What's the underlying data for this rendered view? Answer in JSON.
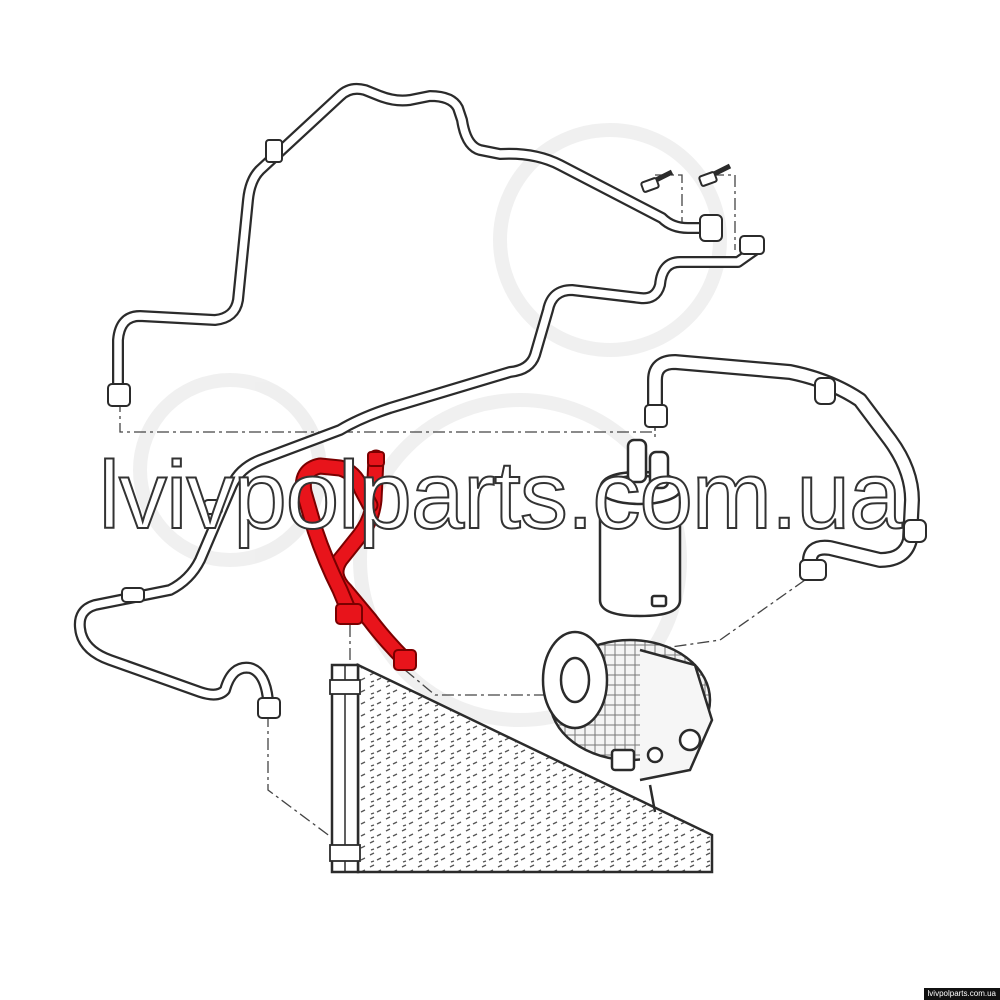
{
  "watermark": {
    "text": "lvivpolparts.com.ua"
  },
  "corner_label": {
    "text": "lvivpolparts.com.ua"
  },
  "colors": {
    "line": "#2b2b2b",
    "highlight": "#e8141b",
    "highlight_outline": "#7a0000",
    "dash": "#444444",
    "background": "#ffffff"
  },
  "parts": [
    {
      "name": "suction-pipe",
      "highlighted": false
    },
    {
      "name": "pressure-pipe",
      "highlighted": false
    },
    {
      "name": "compressor-to-condenser-hose",
      "highlighted": true
    },
    {
      "name": "dehydrator-hose",
      "highlighted": false
    },
    {
      "name": "dehydrator-bottle",
      "highlighted": false
    },
    {
      "name": "ac-compressor",
      "highlighted": false
    },
    {
      "name": "condenser",
      "highlighted": false
    },
    {
      "name": "mounting-bolt",
      "highlighted": false
    }
  ]
}
